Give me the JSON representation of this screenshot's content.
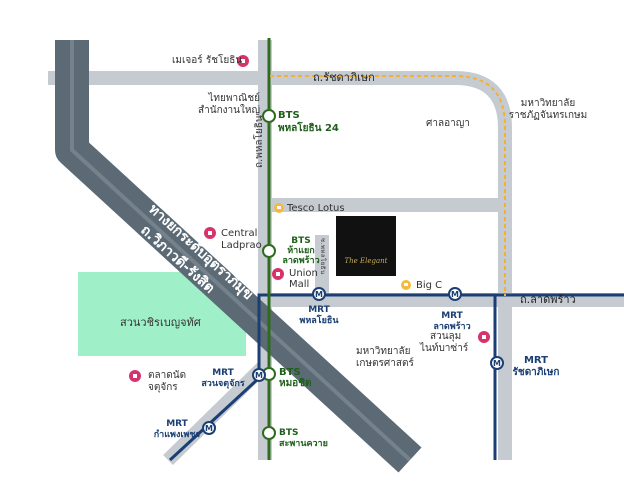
{
  "map": {
    "colors": {
      "road": "#c5cbd1",
      "highway": "#5b6a75",
      "bts_line": "#2e6b1e",
      "mrt_line": "#1b3f73",
      "route_dash": "#f2b230",
      "park": "#9ff0c8",
      "pin": "#d6336c",
      "shop_icon": "#f5b942"
    },
    "roads": {
      "ratchadaphisek": "ถ.รัชดาภิเษก",
      "lat_phrao": "ถ.ลาดพร้าว",
      "phahonyothin": "ถ.พหลโยธิน",
      "expressway": "ทางยกระดับอุตราภิมุข",
      "vibhavadi": "ถ.วิภาวดี-รังสิต",
      "soi": "ซ.พหลโยธิน"
    },
    "landmarks": {
      "major_phahonyothin": "เมเจอร์ รัชโยธิน",
      "scb_1": "ไทยพาณิชย์",
      "scb_2": "สำนักงานใหญ่",
      "court": "ศาลอาญา",
      "rajabhat_1": "มหาวิทยาลัย",
      "rajabhat_2": "ราชภัฏจันทรเกษม",
      "tesco": "Tesco Lotus",
      "central_1": "Central",
      "central_2": "Ladprao",
      "union_1": "Union",
      "union_2": "Mall",
      "big_c": "Big C",
      "park": "สวนวชิรเบญจทัศ",
      "lumphini_1": "สวนลุม",
      "lumphini_2": "ไนท์บาซ่าร์",
      "kasetsart_1": "มหาวิทยาลัย",
      "kasetsart_2": "เกษตรศาสตร์",
      "chatuchak_1": "ตลาดนัด",
      "chatuchak_2": "จตุจักร",
      "project_logo": "The Elegant"
    },
    "stations": {
      "bts_phahon24_1": "BTS",
      "bts_phahon24_2": "พหลโยธิน 24",
      "bts_hayaek_1": "BTS",
      "bts_hayaek_2": "ห้าแยก",
      "bts_hayaek_3": "ลาดพร้าว",
      "bts_mochit_1": "BTS",
      "bts_mochit_2": "หมอชิต",
      "bts_saphan_1": "BTS",
      "bts_saphan_2": "สะพานควาย",
      "mrt_phahon_1": "MRT",
      "mrt_phahon_2": "พหลโยธิน",
      "mrt_ladprao_1": "MRT",
      "mrt_ladprao_2": "ลาดพร้าว",
      "mrt_ratchada_1": "MRT",
      "mrt_ratchada_2": "รัชดาภิเษก",
      "mrt_chatuchak_1": "MRT",
      "mrt_chatuchak_2": "สวนจตุจักร",
      "mrt_kamphaeng_1": "MRT",
      "mrt_kamphaeng_2": "กำแพงเพชร",
      "mrt_symbol": "M"
    }
  }
}
